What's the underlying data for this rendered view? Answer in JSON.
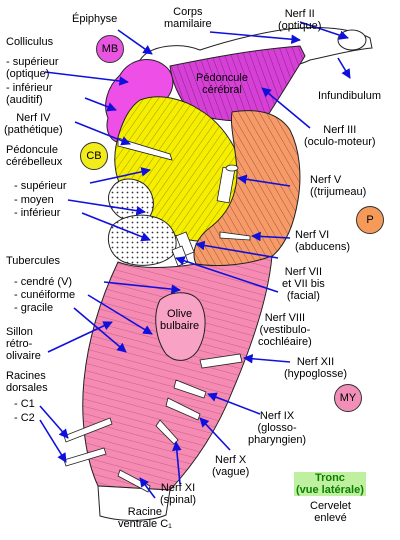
{
  "labels": {
    "epiphyse": "Épiphyse",
    "corps_mamillaire": "Corps\nmamilaire",
    "nerf_ii": "Nerf II\n(optique)",
    "colliculus": "Colliculus",
    "colliculus_sup": "- supérieur\n(optique)",
    "colliculus_inf": "- inférieur\n(auditif)",
    "pedoncule_cerebral": "Pédoncule\ncérébral",
    "infundibulum": "Infundibulum",
    "nerf_iv": "Nerf IV\n(pathétique)",
    "nerf_iii": "Nerf III\n(oculo-moteur)",
    "pedoncule_cerebelleux": "Pédoncule\ncérébelleux",
    "pc_sup": "- supérieur",
    "pc_moy": "- moyen",
    "pc_inf": "- inférieur",
    "nerf_v": "Nerf V\n((trijumeau)",
    "nerf_vi": "Nerf VI\n(abducens)",
    "tubercules": "Tubercules",
    "tub_cendre": "- cendré (V)",
    "tub_cuneiforme": "- cunéiforme",
    "tub_gracile": "- gracile",
    "nerf_vii": "Nerf VII\net VII bis\n(facial)",
    "olive_bulbaire": "Olive\nbulbaire",
    "nerf_viii": "Nerf VIII\n(vestibulo-\ncochléaire)",
    "sillon": "Sillon\nrétro-\nolivaire",
    "racines_dorsales": "Racines\ndorsales",
    "c1": "- C1",
    "c2": "- C2",
    "nerf_xii": "Nerf XII\n(hypoglosse)",
    "nerf_ix": "Nerf IX\n(glosso-\npharyngien)",
    "nerf_x": "Nerf X\n(vague)",
    "nerf_xi": "Nerf XI\n(spinal)",
    "racine_ventrale": "Racine\nventrale C₁",
    "tronc": "Tronc\n(vue latérale)",
    "cervelet": "Cervelet\nenlevé"
  },
  "badges": {
    "mb": "MB",
    "cb": "CB",
    "p": "P",
    "my": "MY"
  },
  "colors": {
    "midbrain": "#ee4fe6",
    "pedoncule": "#d640d6",
    "cerebellar": "#f5ee00",
    "pons": "#f59a68",
    "medulla": "#f58bb2",
    "arrow": "#1010dd",
    "badge_mb": "#e855e0",
    "badge_cb": "#f2ec1a",
    "badge_p": "#f59a58",
    "badge_my": "#f28fb8"
  }
}
